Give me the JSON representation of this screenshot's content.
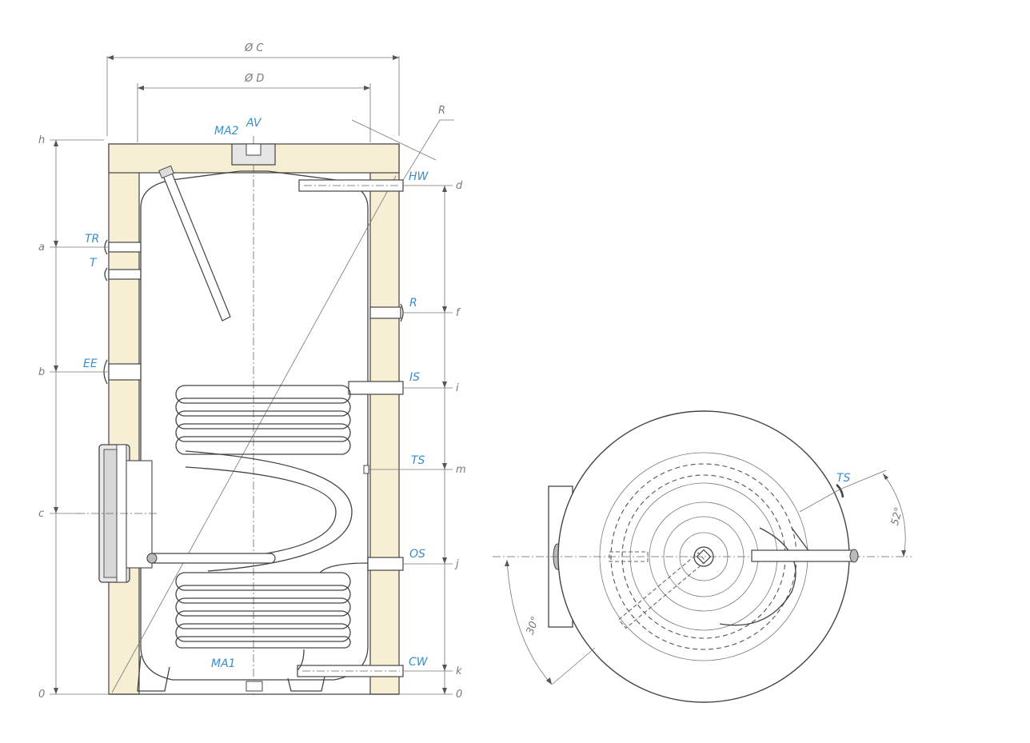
{
  "drawing": {
    "dimensions": {
      "outer_diameter": "Ø C",
      "inner_diameter": "Ø D",
      "radius": "R"
    },
    "connections": {
      "top_ports": "MA2",
      "air_vent": "AV",
      "hot_water": "HW",
      "thermometer_sleeve": "TR",
      "thermostat": "T",
      "recirculation": "R",
      "electric_element": "EE",
      "coil_inlet": "IS",
      "sensor": "TS",
      "coil_outlet": "OS",
      "bottom_port": "MA1",
      "cold_water": "CW"
    },
    "left_heights": {
      "top": "h",
      "a": "a",
      "b": "b",
      "c": "c",
      "zero": "0"
    },
    "right_heights": {
      "d": "d",
      "f": "f",
      "i": "i",
      "m": "m",
      "j": "j",
      "k": "k",
      "zero": "0"
    },
    "top_view": {
      "sensor": "TS",
      "angle_sensor": "52°",
      "angle_heater": "30°"
    }
  }
}
